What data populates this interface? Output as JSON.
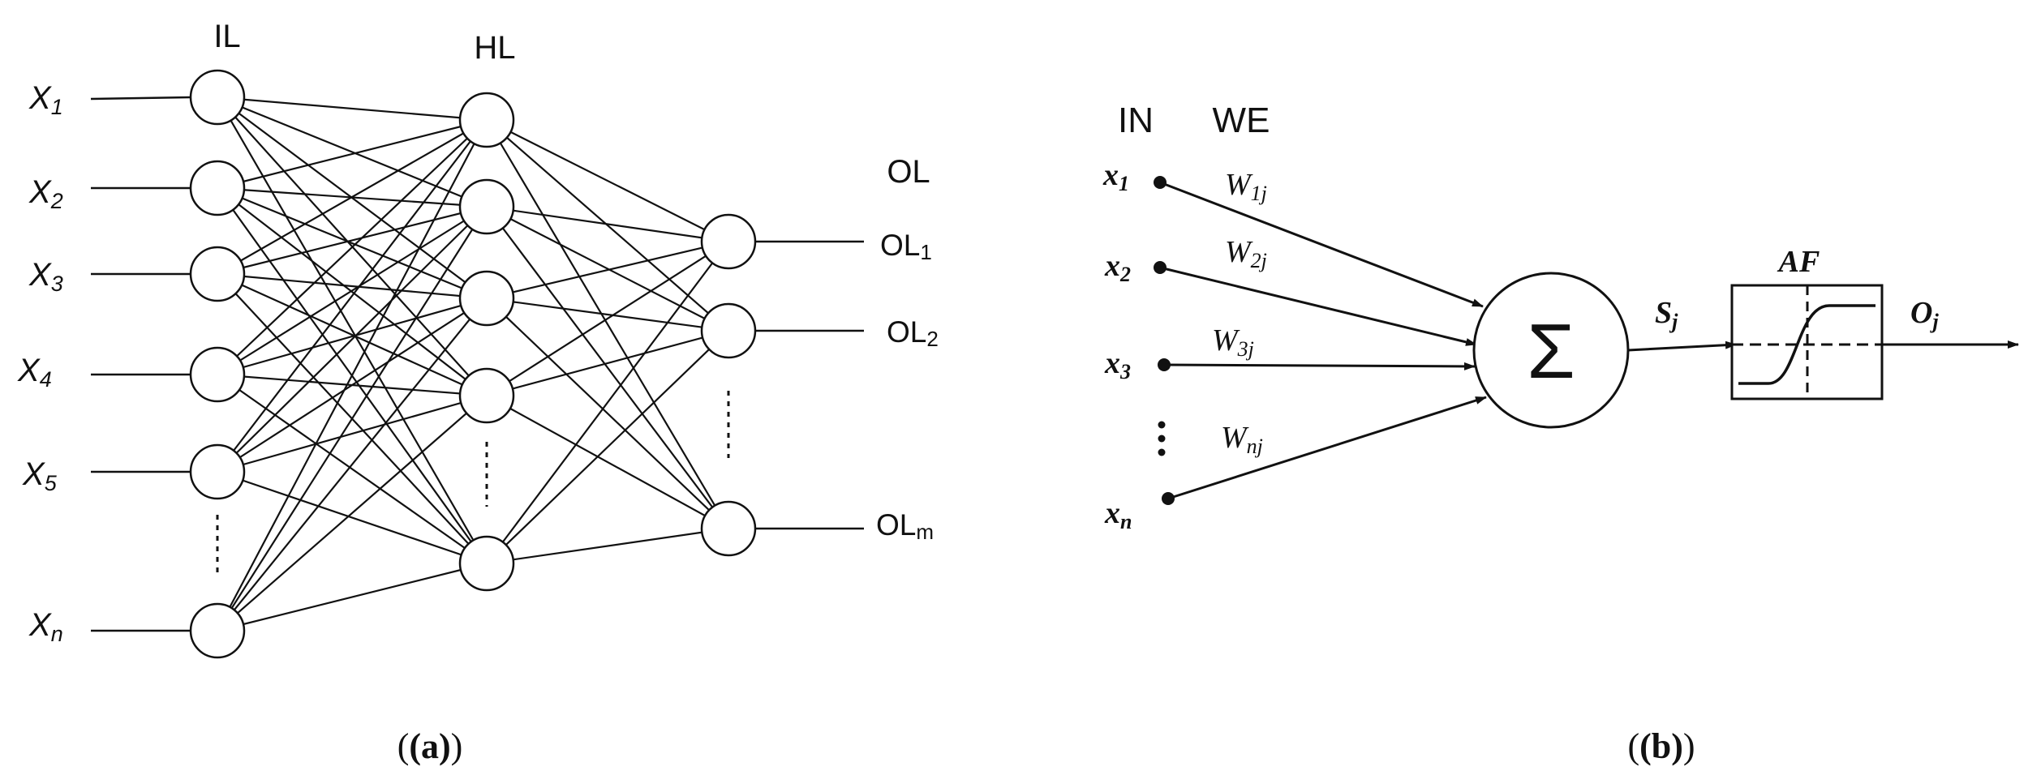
{
  "panel_a": {
    "caption": "(a)",
    "layer_labels": {
      "input": "IL",
      "hidden": "HL",
      "output": "OL"
    },
    "inputs": [
      {
        "base": "X",
        "sub": "1"
      },
      {
        "base": "X",
        "sub": "2"
      },
      {
        "base": "X",
        "sub": "3"
      },
      {
        "base": "X",
        "sub": "4"
      },
      {
        "base": "X",
        "sub": "5"
      },
      {
        "base": "X",
        "sub": "n"
      }
    ],
    "outputs": [
      {
        "base": "OL",
        "sub": "1"
      },
      {
        "base": "OL",
        "sub": "2"
      },
      {
        "base": "OL",
        "sub": "m"
      }
    ]
  },
  "panel_b": {
    "caption": "(b)",
    "column_labels": {
      "inputs": "IN",
      "weights": "WE"
    },
    "inputs": [
      {
        "base": "x",
        "sub": "1"
      },
      {
        "base": "x",
        "sub": "2"
      },
      {
        "base": "x",
        "sub": "3"
      },
      {
        "base": "x",
        "sub": "n"
      }
    ],
    "weights": [
      {
        "base": "W",
        "sub": "1j"
      },
      {
        "base": "W",
        "sub": "2j"
      },
      {
        "base": "W",
        "sub": "3j"
      },
      {
        "base": "W",
        "sub": "nj"
      }
    ],
    "sum_symbol": "Σ",
    "sum_output": {
      "base": "S",
      "sub": "j"
    },
    "activation_label": "AF",
    "output": {
      "base": "O",
      "sub": "j"
    }
  }
}
